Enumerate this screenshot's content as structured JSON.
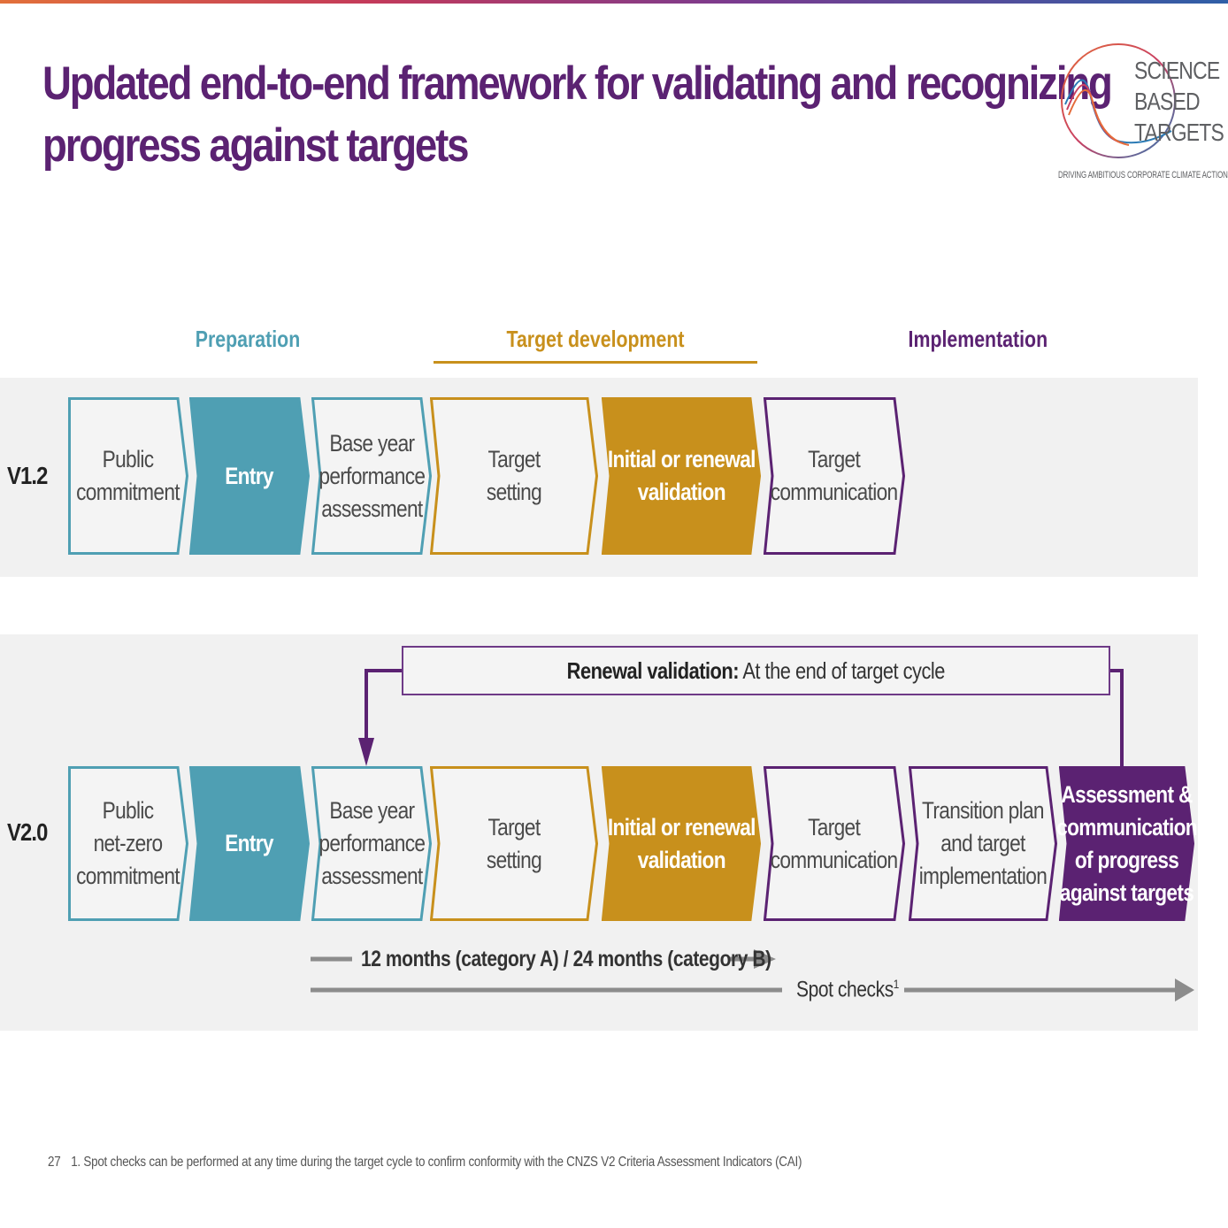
{
  "title": {
    "line1": "Updated end-to-end framework for validating and recognizing",
    "line2": "progress against targets"
  },
  "logo": {
    "line1": "SCIENCE",
    "line2": "BASED",
    "line3": "TARGETS",
    "tagline": "DRIVING AMBITIOUS CORPORATE CLIMATE ACTION"
  },
  "phases": {
    "preparation": "Preparation",
    "target_development": "Target development",
    "implementation": "Implementation"
  },
  "colors": {
    "preparation": "#4f9fb3",
    "target_development": "#c8901c",
    "implementation": "#5b2272",
    "band": "#f1f1f1"
  },
  "v12": {
    "label": "V1.2",
    "steps": [
      {
        "lines": [
          "Public",
          "commitment"
        ],
        "style": "outline-teal"
      },
      {
        "lines": [
          "Entry"
        ],
        "style": "filled-teal"
      },
      {
        "lines": [
          "Base year",
          "performance",
          "assessment"
        ],
        "style": "outline-teal"
      },
      {
        "lines": [
          "Target",
          "setting"
        ],
        "style": "outline-gold"
      },
      {
        "lines": [
          "Initial or renewal",
          "validation"
        ],
        "style": "filled-gold"
      },
      {
        "lines": [
          "Target",
          "communication"
        ],
        "style": "outline-purple"
      }
    ]
  },
  "v20": {
    "label": "V2.0",
    "steps": [
      {
        "lines": [
          "Public",
          "net-zero",
          "commitment"
        ],
        "style": "outline-teal"
      },
      {
        "lines": [
          "Entry"
        ],
        "style": "filled-teal"
      },
      {
        "lines": [
          "Base year",
          "performance",
          "assessment"
        ],
        "style": "outline-teal"
      },
      {
        "lines": [
          "Target",
          "setting"
        ],
        "style": "outline-gold"
      },
      {
        "lines": [
          "Initial or renewal",
          "validation"
        ],
        "style": "filled-gold"
      },
      {
        "lines": [
          "Target",
          "communication"
        ],
        "style": "outline-purple"
      },
      {
        "lines": [
          "Transition plan",
          "and target",
          "implementation"
        ],
        "style": "outline-purple"
      },
      {
        "lines": [
          "Assessment &",
          "communication",
          "of progress",
          "against targets"
        ],
        "style": "filled-purple"
      }
    ],
    "renewal_bold": "Renewal validation:",
    "renewal_text": " At the end of target cycle",
    "months_label": "12 months (category A) / 24 months (category B)",
    "spot_checks": "Spot checks",
    "spot_checks_sup": "1"
  },
  "footnote": {
    "page": "27",
    "text": "1. Spot checks can be performed at any time during the target cycle to confirm conformity with the CNZS V2 Criteria Assessment Indicators (CAI)"
  }
}
